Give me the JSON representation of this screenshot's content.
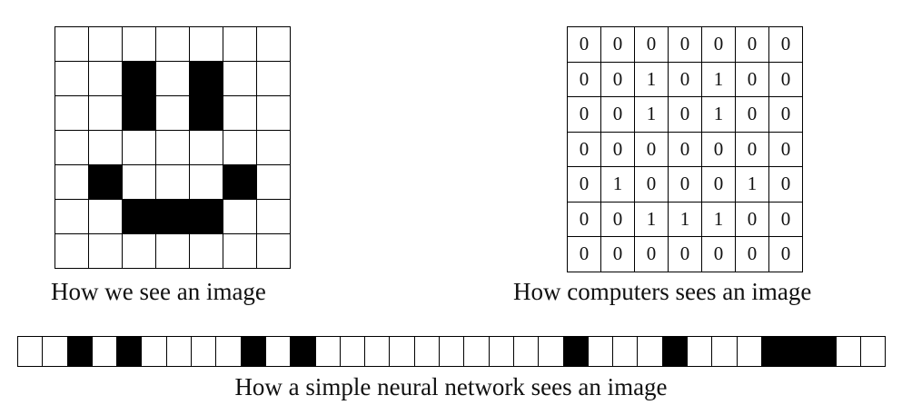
{
  "captions": {
    "human": "How we see an image",
    "computer": "How computers sees an image",
    "network": "How a simple neural network sees an image"
  },
  "matrix": [
    [
      0,
      0,
      0,
      0,
      0,
      0,
      0
    ],
    [
      0,
      0,
      1,
      0,
      1,
      0,
      0
    ],
    [
      0,
      0,
      1,
      0,
      1,
      0,
      0
    ],
    [
      0,
      0,
      0,
      0,
      0,
      0,
      0
    ],
    [
      0,
      1,
      0,
      0,
      0,
      1,
      0
    ],
    [
      0,
      0,
      1,
      1,
      1,
      0,
      0
    ],
    [
      0,
      0,
      0,
      0,
      0,
      0,
      0
    ]
  ],
  "flattened": [
    0,
    0,
    1,
    0,
    1,
    0,
    0,
    0,
    0,
    1,
    0,
    1,
    0,
    0,
    0,
    0,
    0,
    0,
    0,
    0,
    0,
    0,
    1,
    0,
    0,
    0,
    1,
    0,
    0,
    0,
    1,
    1,
    1,
    0,
    0
  ],
  "colors": {
    "on": "#000000",
    "off": "#ffffff"
  }
}
